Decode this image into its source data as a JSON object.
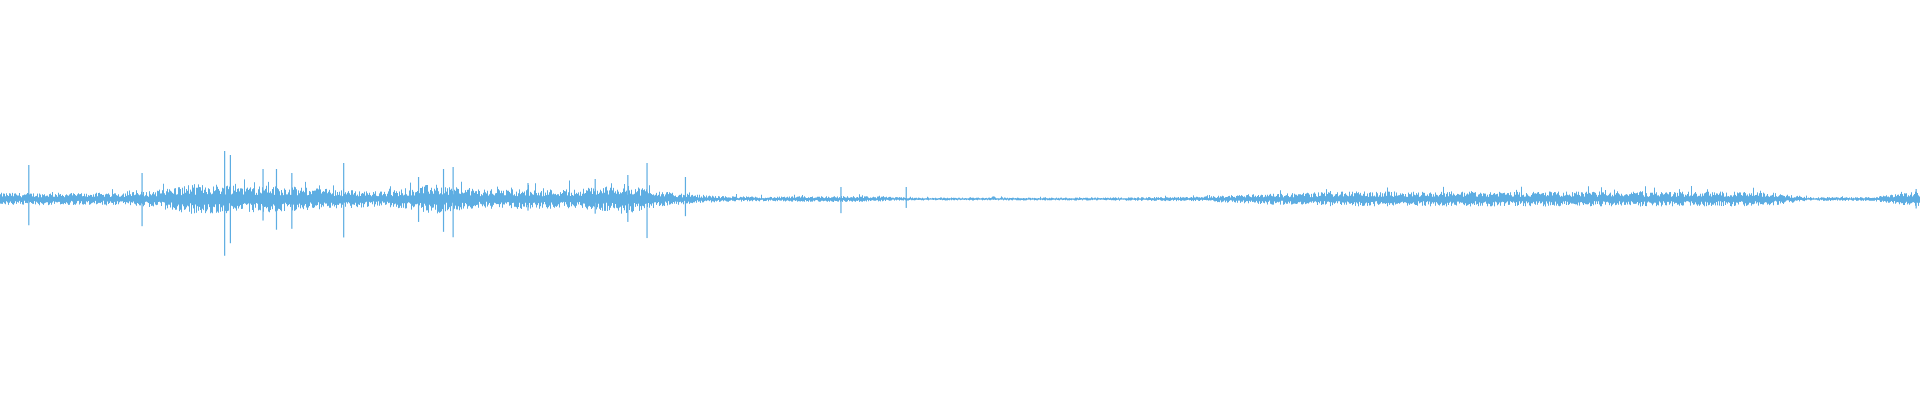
{
  "chart_data": {
    "type": "area",
    "style": "audio-waveform",
    "color": "#5dade2",
    "background": "#ffffff",
    "grid": false,
    "ylim": [
      -1,
      1
    ],
    "xlim": [
      0,
      1
    ],
    "envelope": [
      {
        "x": 0.0,
        "amp": 0.025
      },
      {
        "x": 0.025,
        "amp": 0.025
      },
      {
        "x": 0.05,
        "amp": 0.025
      },
      {
        "x": 0.075,
        "amp": 0.03
      },
      {
        "x": 0.1,
        "amp": 0.06
      },
      {
        "x": 0.125,
        "amp": 0.06
      },
      {
        "x": 0.15,
        "amp": 0.05
      },
      {
        "x": 0.175,
        "amp": 0.04
      },
      {
        "x": 0.2,
        "amp": 0.03
      },
      {
        "x": 0.225,
        "amp": 0.06
      },
      {
        "x": 0.25,
        "amp": 0.04
      },
      {
        "x": 0.275,
        "amp": 0.04
      },
      {
        "x": 0.3,
        "amp": 0.04
      },
      {
        "x": 0.325,
        "amp": 0.06
      },
      {
        "x": 0.35,
        "amp": 0.025
      },
      {
        "x": 0.375,
        "amp": 0.012
      },
      {
        "x": 0.4,
        "amp": 0.009
      },
      {
        "x": 0.425,
        "amp": 0.012
      },
      {
        "x": 0.45,
        "amp": 0.012
      },
      {
        "x": 0.475,
        "amp": 0.006
      },
      {
        "x": 0.5,
        "amp": 0.006
      },
      {
        "x": 0.525,
        "amp": 0.006
      },
      {
        "x": 0.55,
        "amp": 0.006
      },
      {
        "x": 0.575,
        "amp": 0.006
      },
      {
        "x": 0.6,
        "amp": 0.008
      },
      {
        "x": 0.625,
        "amp": 0.009
      },
      {
        "x": 0.65,
        "amp": 0.02
      },
      {
        "x": 0.675,
        "amp": 0.025
      },
      {
        "x": 0.7,
        "amp": 0.03
      },
      {
        "x": 0.725,
        "amp": 0.03
      },
      {
        "x": 0.75,
        "amp": 0.03
      },
      {
        "x": 0.775,
        "amp": 0.03
      },
      {
        "x": 0.8,
        "amp": 0.03
      },
      {
        "x": 0.825,
        "amp": 0.03
      },
      {
        "x": 0.85,
        "amp": 0.03
      },
      {
        "x": 0.875,
        "amp": 0.03
      },
      {
        "x": 0.9,
        "amp": 0.03
      },
      {
        "x": 0.925,
        "amp": 0.025
      },
      {
        "x": 0.94,
        "amp": 0.008
      },
      {
        "x": 0.975,
        "amp": 0.008
      },
      {
        "x": 0.997,
        "amp": 0.03
      },
      {
        "x": 1.0,
        "amp": 0.03
      }
    ],
    "peaks": [
      {
        "x": 0.015,
        "amp": 0.17
      },
      {
        "x": 0.074,
        "amp": 0.13
      },
      {
        "x": 0.117,
        "amp": 0.24
      },
      {
        "x": 0.12,
        "amp": 0.22
      },
      {
        "x": 0.137,
        "amp": 0.15
      },
      {
        "x": 0.144,
        "amp": 0.15
      },
      {
        "x": 0.152,
        "amp": 0.13
      },
      {
        "x": 0.179,
        "amp": 0.18
      },
      {
        "x": 0.218,
        "amp": 0.11
      },
      {
        "x": 0.231,
        "amp": 0.15
      },
      {
        "x": 0.236,
        "amp": 0.16
      },
      {
        "x": 0.275,
        "amp": 0.08
      },
      {
        "x": 0.31,
        "amp": 0.1
      },
      {
        "x": 0.327,
        "amp": 0.12
      },
      {
        "x": 0.337,
        "amp": 0.18
      },
      {
        "x": 0.357,
        "amp": 0.11
      },
      {
        "x": 0.438,
        "amp": 0.06
      },
      {
        "x": 0.472,
        "amp": 0.06
      },
      {
        "x": 0.998,
        "amp": 0.05
      }
    ]
  }
}
